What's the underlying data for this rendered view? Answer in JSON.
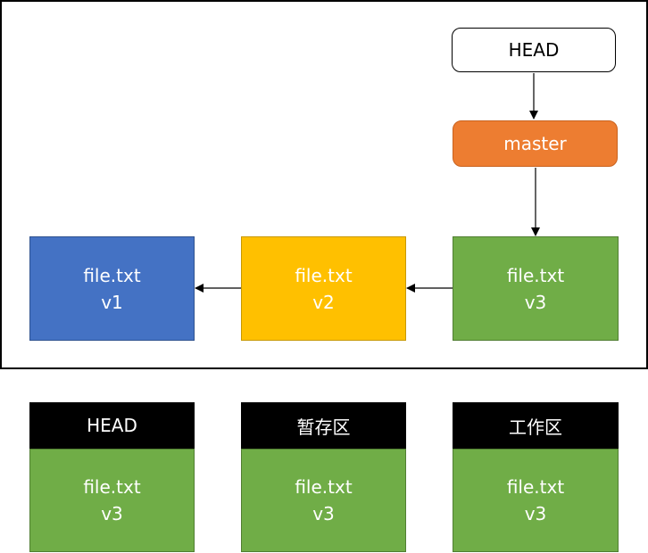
{
  "refs": {
    "head": "HEAD",
    "master": "master"
  },
  "commits": [
    {
      "file": "file.txt",
      "version": "v1",
      "color": "#4472c4"
    },
    {
      "file": "file.txt",
      "version": "v2",
      "color": "#ffc000"
    },
    {
      "file": "file.txt",
      "version": "v3",
      "color": "#70ad47"
    }
  ],
  "areas": [
    {
      "title": "HEAD",
      "file": "file.txt",
      "version": "v3"
    },
    {
      "title": "暂存区",
      "file": "file.txt",
      "version": "v3"
    },
    {
      "title": "工作区",
      "file": "file.txt",
      "version": "v3"
    }
  ],
  "colors": {
    "head_fill": "#ffffff",
    "master_fill": "#ed7d31",
    "area_header": "#000000",
    "area_body": "#70ad47"
  }
}
